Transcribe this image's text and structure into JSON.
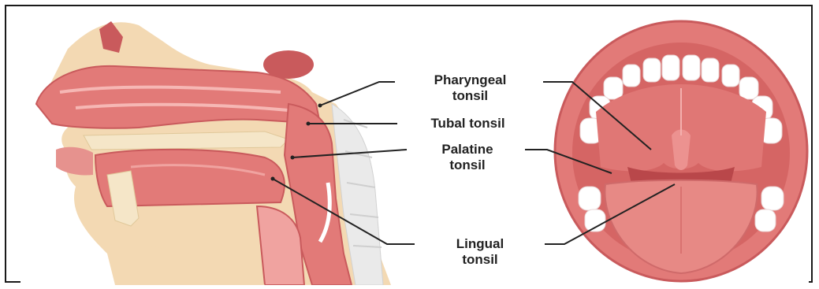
{
  "labels": {
    "pharyngeal_line1": "Pharyngeal",
    "pharyngeal_line2": "tonsil",
    "tubal": "Tubal tonsil",
    "palatine_line1": "Palatine",
    "palatine_line2": "tonsil",
    "lingual_line1": "Lingual",
    "lingual_line2": "tonsil"
  },
  "colors": {
    "skin": "#f3d9b3",
    "tissue": "#e27a78",
    "tissue_dark": "#c95a5c",
    "mucosa": "#f0a3a0",
    "bone": "#f5e6c8",
    "teeth": "#ffffff",
    "spine": "#eaeaea",
    "line": "#222222"
  }
}
